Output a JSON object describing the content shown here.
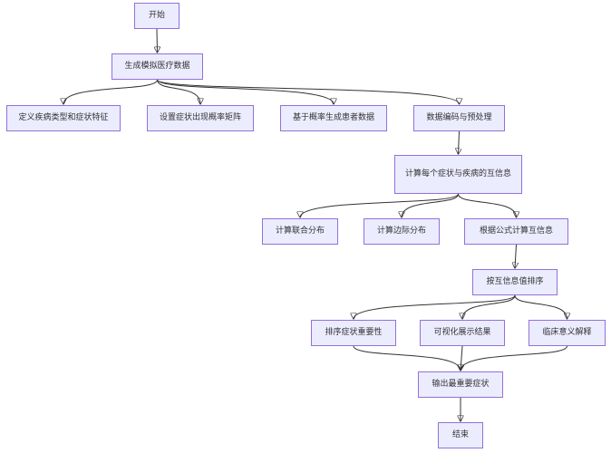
{
  "flowchart": {
    "nodes": [
      {
        "id": "n-start",
        "label": "开始"
      },
      {
        "id": "n-gen",
        "label": "生成模拟医疗数据"
      },
      {
        "id": "n-def",
        "label": "定义疾病类型和症状特征"
      },
      {
        "id": "n-matrix",
        "label": "设置症状出现概率矩阵"
      },
      {
        "id": "n-pat",
        "label": "基于概率生成患者数据"
      },
      {
        "id": "n-enc",
        "label": "数据编码与预处理"
      },
      {
        "id": "n-mi",
        "label": "计算每个症状与疾病的互信息"
      },
      {
        "id": "n-joint",
        "label": "计算联合分布"
      },
      {
        "id": "n-marg",
        "label": "计算边际分布"
      },
      {
        "id": "n-formula",
        "label": "根据公式计算互信息"
      },
      {
        "id": "n-sort",
        "label": "按互信息值排序"
      },
      {
        "id": "n-rank",
        "label": "排序症状重要性"
      },
      {
        "id": "n-vis",
        "label": "可视化展示结果"
      },
      {
        "id": "n-clin",
        "label": "临床意义解释"
      },
      {
        "id": "n-out",
        "label": "输出最重要症状"
      },
      {
        "id": "n-end",
        "label": "结束"
      }
    ],
    "edges": [
      {
        "from": "n-start",
        "to": "n-gen"
      },
      {
        "from": "n-gen",
        "to": "n-def"
      },
      {
        "from": "n-gen",
        "to": "n-matrix"
      },
      {
        "from": "n-gen",
        "to": "n-pat"
      },
      {
        "from": "n-gen",
        "to": "n-enc"
      },
      {
        "from": "n-enc",
        "to": "n-mi"
      },
      {
        "from": "n-mi",
        "to": "n-joint"
      },
      {
        "from": "n-mi",
        "to": "n-marg"
      },
      {
        "from": "n-mi",
        "to": "n-formula"
      },
      {
        "from": "n-formula",
        "to": "n-sort"
      },
      {
        "from": "n-sort",
        "to": "n-rank"
      },
      {
        "from": "n-sort",
        "to": "n-vis"
      },
      {
        "from": "n-sort",
        "to": "n-clin"
      },
      {
        "from": "n-rank",
        "to": "n-out"
      },
      {
        "from": "n-vis",
        "to": "n-out"
      },
      {
        "from": "n-clin",
        "to": "n-out"
      },
      {
        "from": "n-out",
        "to": "n-end"
      }
    ]
  }
}
